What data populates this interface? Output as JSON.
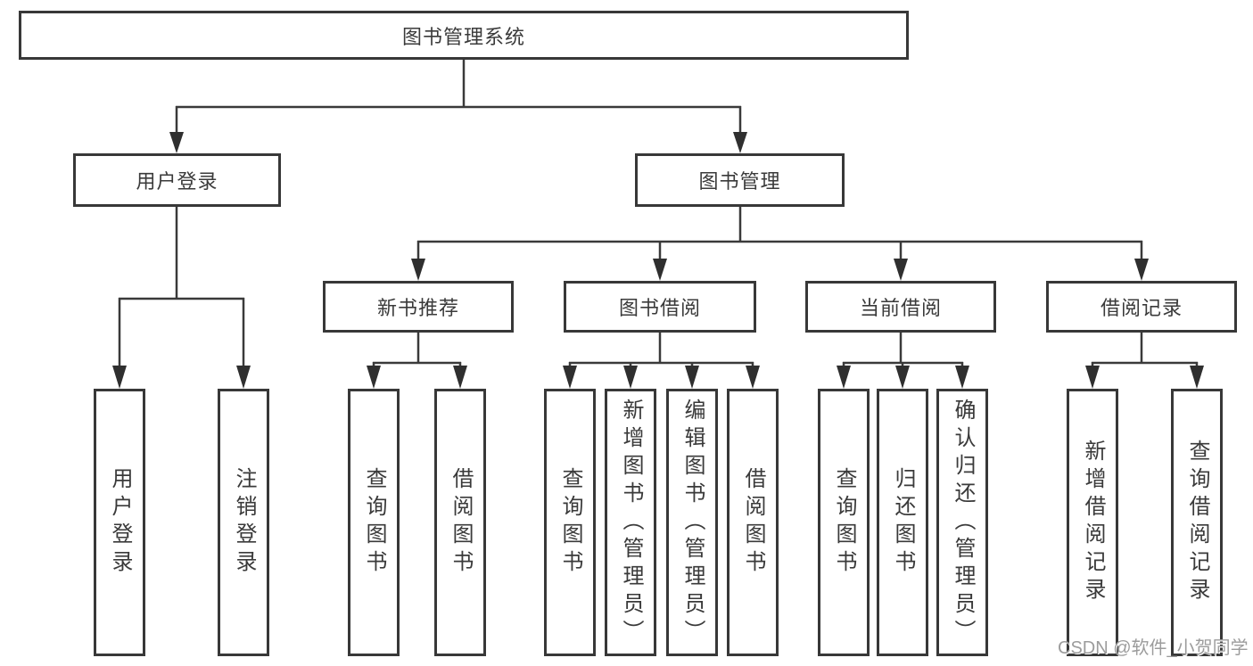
{
  "diagram": {
    "root": {
      "label": "图书管理系统",
      "children": [
        {
          "label": "用户登录",
          "children": [
            {
              "label": "用户登录"
            },
            {
              "label": "注销登录"
            }
          ]
        },
        {
          "label": "图书管理",
          "children": [
            {
              "label": "新书推荐",
              "children": [
                {
                  "label": "查询图书"
                },
                {
                  "label": "借阅图书"
                }
              ]
            },
            {
              "label": "图书借阅",
              "children": [
                {
                  "label": "查询图书"
                },
                {
                  "label": "新增图书（管理员）"
                },
                {
                  "label": "编辑图书（管理员）"
                },
                {
                  "label": "借阅图书"
                }
              ]
            },
            {
              "label": "当前借阅",
              "children": [
                {
                  "label": "查询图书"
                },
                {
                  "label": "归还图书"
                },
                {
                  "label": "确认归还（管理员）"
                }
              ]
            },
            {
              "label": "借阅记录",
              "children": [
                {
                  "label": "新增借阅记录"
                },
                {
                  "label": "查询借阅记录"
                }
              ]
            }
          ]
        }
      ]
    },
    "colors": {
      "line": "#3a3a3a",
      "box_border": "#383838",
      "text": "#3a3a3a",
      "background": "#ffffff",
      "watermark": "#9c9c9c"
    }
  },
  "watermark": {
    "text": "CSDN @软件_小贺同学"
  }
}
